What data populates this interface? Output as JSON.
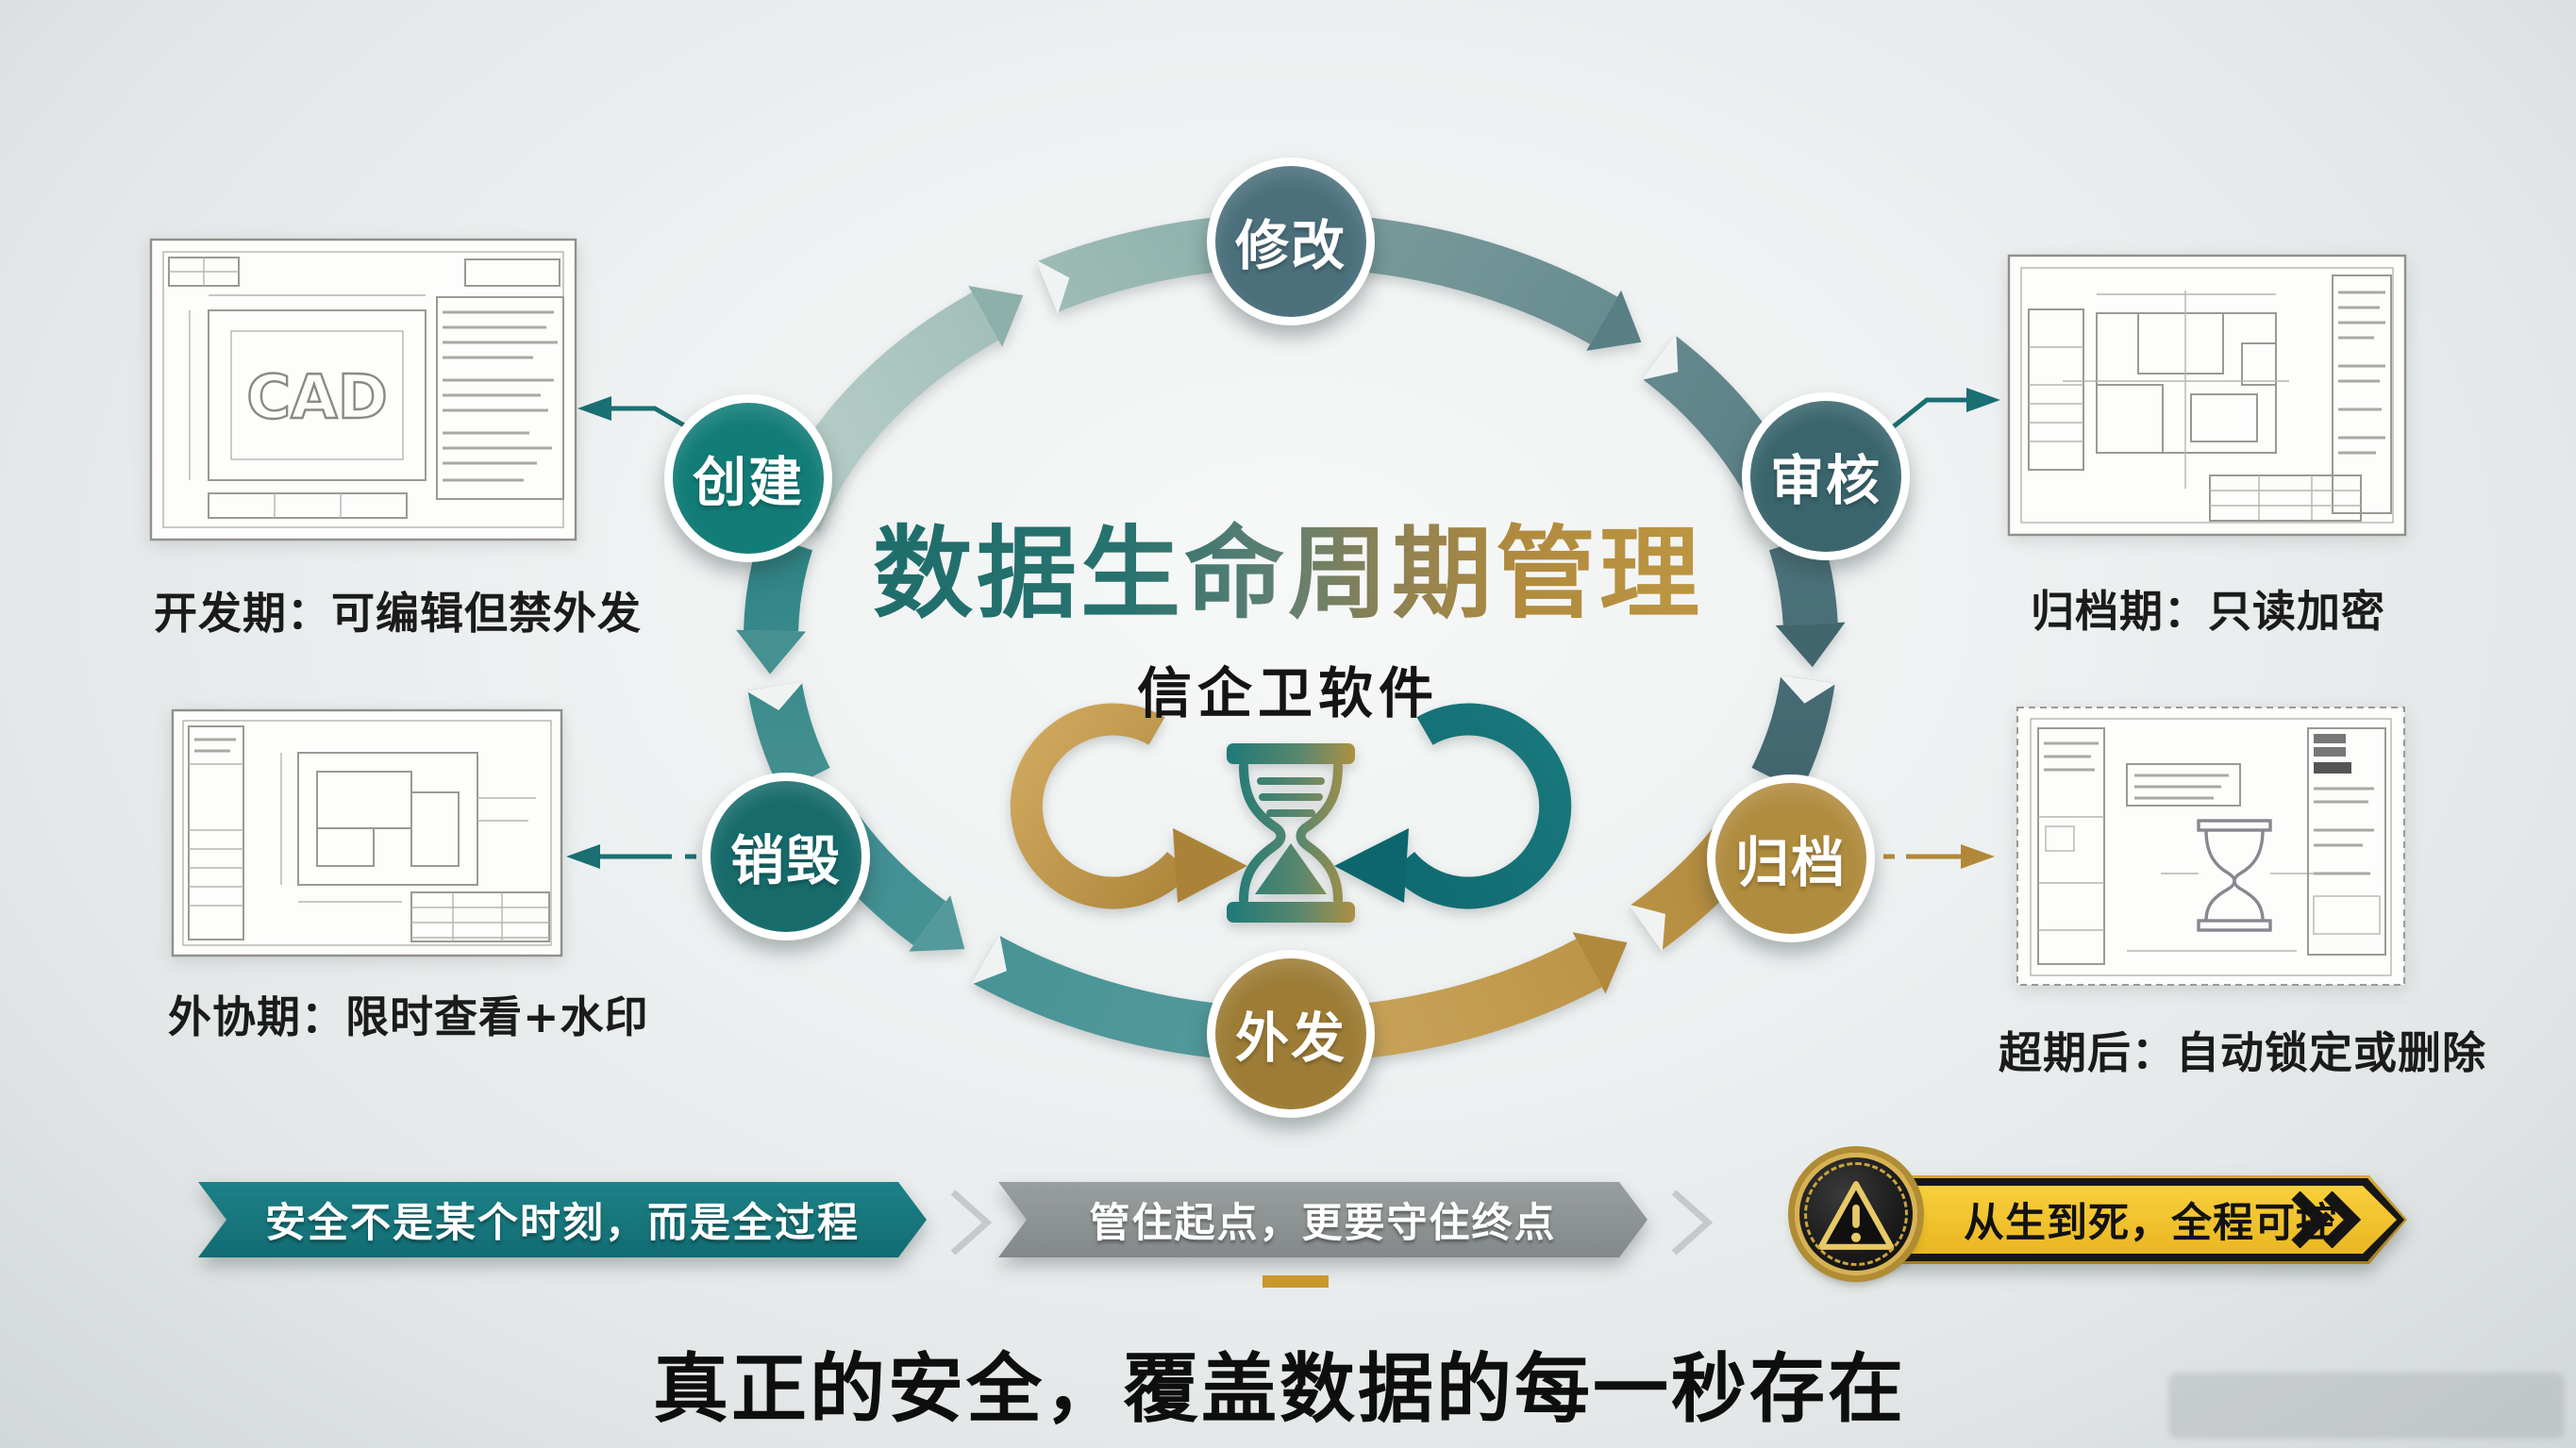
{
  "center": {
    "title": "数据生命周期管理",
    "subtitle": "信企卫软件",
    "icon": "hourglass-icon"
  },
  "nodes": [
    {
      "id": "create",
      "label": "创建",
      "color": "#127c77"
    },
    {
      "id": "modify",
      "label": "修改",
      "color": "#4b707c"
    },
    {
      "id": "review",
      "label": "审核",
      "color": "#3a656d"
    },
    {
      "id": "archive",
      "label": "归档",
      "color": "#b08c3f"
    },
    {
      "id": "outgoing",
      "label": "外发",
      "color": "#9d7d36"
    },
    {
      "id": "destroy",
      "label": "销毁",
      "color": "#176b6b"
    }
  ],
  "captions": {
    "dev": "开发期：可编辑但禁外发",
    "archive": "归档期：只读加密",
    "outsource": "外协期：限时查看+水印",
    "expired": "超期后：自动锁定或删除"
  },
  "thumbnails": {
    "dev_watermark": "CAD"
  },
  "banners": {
    "b1": "安全不是某个时刻，而是全过程",
    "b2": "管住起点，更要守住终点",
    "b3": "从生到死，全程可控"
  },
  "slogan": "真正的安全，覆盖数据的每一秒存在",
  "icons": {
    "badge": "warning-triangle-icon",
    "separators": "chevron-right-icon",
    "center_left_arrow": "curved-arrow-right-gold-icon",
    "center_right_arrow": "curved-arrow-left-teal-icon"
  },
  "colors": {
    "background": "#eef1f1",
    "title_teal": "#1f6e6c",
    "title_gold": "#b08b3e",
    "banner_teal": "#16767c",
    "banner_gray": "#8d9292",
    "banner_gold": "#f2c52e",
    "caption_text": "#1b1b1b",
    "gold_accent": "#c9982b",
    "ring_segments": [
      {
        "from": "#b9cfc9",
        "to": "#8db0aa"
      },
      {
        "from": "#7b9c9c",
        "to": "#597f85"
      },
      {
        "from": "#4d737c",
        "to": "#42666e"
      },
      {
        "from": "#cba55a",
        "to": "#b1893c"
      },
      {
        "from": "#3f8f92",
        "to": "#54999b"
      },
      {
        "from": "#2e8486",
        "to": "#459090"
      }
    ]
  }
}
